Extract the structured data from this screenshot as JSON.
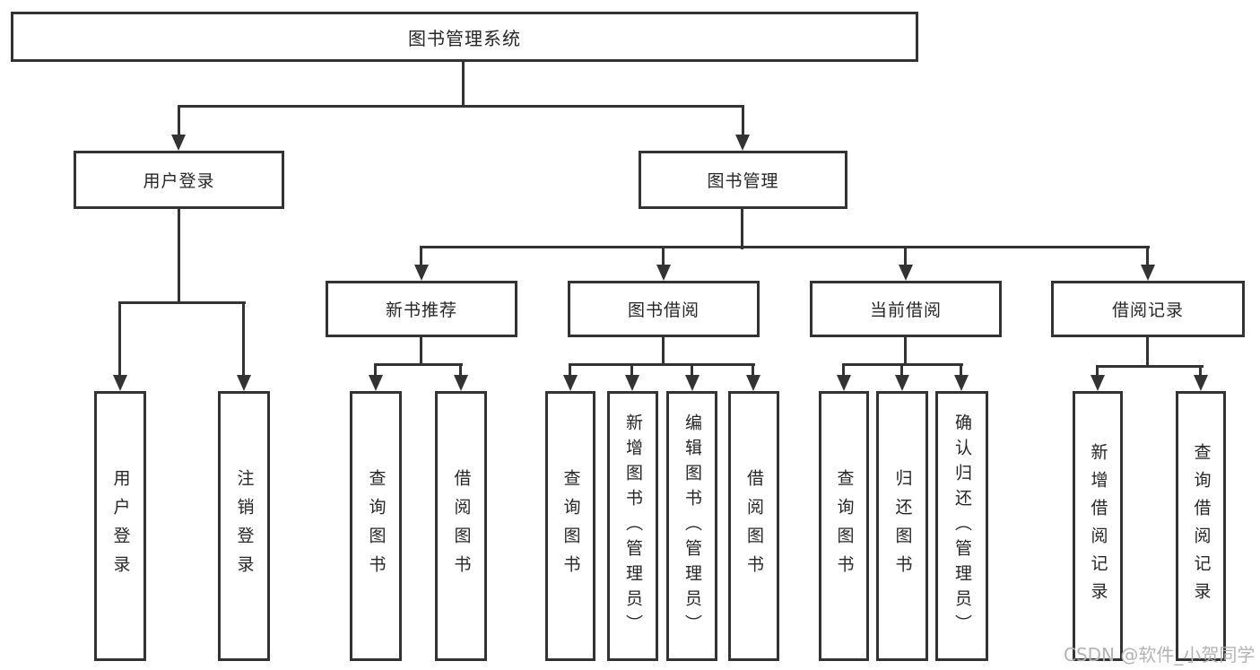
{
  "nodes": {
    "root": "图书管理系统",
    "login_group": "用户登录",
    "book_mgmt": "图书管理",
    "new_rec": "新书推荐",
    "book_borrow": "图书借阅",
    "current_borrow": "当前借阅",
    "borrow_record": "借阅记录",
    "user_login": "用户登录",
    "logout": "注销登录",
    "nb_query": "查询图书",
    "nb_borrow": "借阅图书",
    "bb_query": "查询图书",
    "bb_add": "新增图书（管理员）",
    "bb_edit": "编辑图书（管理员）",
    "bb_borrow": "借阅图书",
    "cb_query": "查询图书",
    "cb_return": "归还图书",
    "cb_confirm": "确认归还（管理员）",
    "br_add": "新增借阅记录",
    "br_query": "查询借阅记录"
  },
  "watermark": {
    "text": "CSDN @软件_小贺同学"
  },
  "colors": {
    "line": "#333333",
    "text": "#262626",
    "background": "#ffffff",
    "watermark": "#b3b3b3"
  }
}
